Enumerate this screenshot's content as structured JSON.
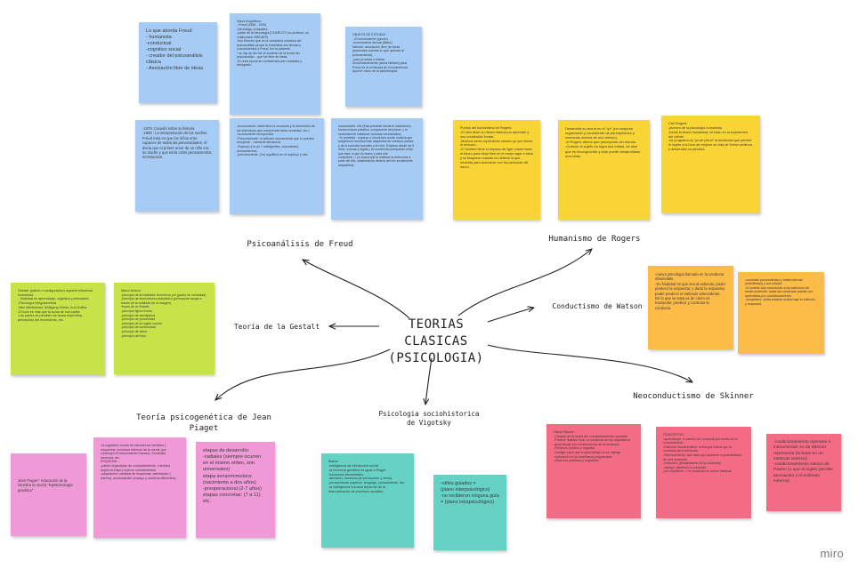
{
  "center_title": "TEORIAS CLASICAS\n(PSICOLOGIA)",
  "branches": {
    "freud": "Psicoanálisis de Freud",
    "rogers": "Humanismo de Rogers",
    "watson": "Conductismo de Watson",
    "skinner": "Neoconductismo de Skinner",
    "gestalt": "Teoría de la  Gestalt",
    "piaget": "Teoría psicogenética de Jean\nPiaget",
    "vigotsky": "Psicologia sociohistorica\nde Vigotsky"
  },
  "notes": {
    "freud_1": "Lo que aborda Freud:\n- humanista\n-conductual\n-cognitivo social\n- creador del psicoanálisis clásica\n- Asociación libre de ideas.",
    "freud_2": "Datos biográficos:\n- Freud (1856 - 1939)\n-Neurólogo, psiquiatra\n-padre de la neurología (CHARCOT) su profesor, su colaborador BREUER)\n-fino Director que es la verdadera creadora del psicoanálisis ya que le enseñaba sus teorías y conocimientos a Freud, fue la paciente.\n* su hijo se dio fue el sustento de la teoría del psicoanálisis - que fue libre de ideas.\n-En esta época se consideraba pan socialista y retrógrado.",
    "freud_3": "OBJETO DE ESTUDIO:\n- El inconsciente (Ignoto)\n-Inconsciente sexual (libido)\nMétodo: asociación libre de ideas (pacientes cuentan lo que quieran al psicoanalista).\n-para pruebas o hablar.\nInvoluntariamente (actos fallidos) para Freud es la evidencia de inconsciencia.\nAporte: Inicio de la psicoterapia",
    "freud_4": "-1879: Cuando sobre la histeria\n-1900 : La interpretación de los sueños.\n  Freud mira en que los niños eran capaces de todas las perversidades, él decía que el primer amor de un niño era su madre y que tenía celos pensamientos incestuosos.",
    "freud_5": "-Inconsciente: determina la conducta y la dimensión de los individuos que comprende ideas sociedad, etc.)\n-Inconsciente incorporado\n-Preconsciente: lo adentro inconsciente que lo pueden recuperar - memoria almacena\n-Superyó y lo yo + inteligentes, conscientes, pensamientos.\n-preconsciente: (Yo) equilibrio en el superyó y ello.",
    "freud_6": "Inconsciente- ello (Esta presente desde el nacimiento) fuerza motora primitiva, componente del placer, y la necesidad de satisfacer nuestras necesidades)\n-Yo (realidad - superyó o conciencia moral: materia que adquirimos nuestros más adquiridos de nuestros padres y de la sociedad actuales y en mal. Empieza desde los 5 años, normas y reglas y la conciencia (compuesto entre que está: lo que es bueno y está mal.\nconsciente -> yo busca que la realidad se determine a partir del ello, satisfaciendo deseos del ello socialmente aceptables).",
    "rogers_1": "Puntos del humanismo de Rogers:\n-El niño tiene un deseo natural por aprender y una creatividad innata.\n-Muchos seres reprimimos nuestro yo por miedo al rechazo.\n-El hombre tiene el impulso de ligar cosas hacia el futuro para estar bien en el mejor lugar e ideal y se bloquean cuando no obtiene lo que necesita para acercarse con las personas del futuro.",
    "rogers_2": "Desarrolla su teoría en el \"yo\" (un conjunto organizado y consistente de percepciones y creencias acerca de uno mismo).\n-el Rogers afirma que percepción del mundo.\n-Cuando el sujeto no logra sus metas, se dice que es incongruente y esto puede desarrollarse una crisis.",
    "rogers_3": "Carl Rogers:\n-pionero de la psicología humanista\n-fundó la teoría humanista, se basó en la experiencia del cliente\n-su programa es \"yo de pleno\" la tendencia que percibe el sujeto a la hora de mejorar su vida de forma continua y desarrollar su plenitud.",
    "watson_1": "-nueva psicología llamada en la conducta observable.\n-Su finalidad es que sea al estimulo, poder predecir la respuesta; y dada la respuesta poder predecir el estimulo antecedente. De lo que se trata es de cómo es manipular, predecir y controlar la conducta.",
    "watson_2": "-conducta: pensamientos y habla internas (manifiestas) y sus reflejos.\n-el hombre solo reaccionan a los estímulos del medio ambiente, todas las conductas pueden ser aprendidas por condicionamiento.\n-competidor: cierta relación actitud bajo el estímulo y respuesta.",
    "gestalt_1": "Gestalt: (patrón o configuración) requiere influencia humanista\n- Totalidad en aprendizaje, cognitivo y perceptivo\n-Psicología integracionista\n-Max Wertheimer, Wolfgang Köhler, Kurt Koffka.\n-El todo es más que la suma de sus partes\n-Las partes se perciben de forma específica, percepción del movimiento, etc.",
    "gestalt_2": "Marco teórico:\n-principio de la totalidad: fenómeno y/o (grado de velocidad)\n-principio de isomorfismo psicofísico (percepción surge a través de la totalidad de la imagen)\n*leyes de la Gestalt:\n-principio figura-fondo\n-principio de semejanza\n-principio de proximidad\n-principio de la región común\n-principio de continuidad\n-principio de cierre\n-principio del foco.",
    "piaget_1": "Jean Piaget * educación de la Ginebra su teoría \"Epistemología genética\"",
    "piaget_2": "-la cognición consta de estructuras mentales ( esquemas: procesos internos de la mente que construye el conocimiento humano, Sociedad, memoria, etc.\nESQUEMA:\n-patrón organizado de comportamiento. Cambios según la edad y nuevos conocimientos.\n-adaptación: cambios de esquemas, asimilación ( interno), acomodación (ensayo y cambios diferentes).",
    "piaget_3": "etapas de desarrollo:\n-radiales (siempre ocurren en el mismo orden, son universales)\netapa sensoriomotora: (nacimiento a dos años)\n-preoperacional (2-7 años) etapas concretas: (7 a 11) etc.",
    "vigotsky_1": "Bases:\n-inteligencia de interacción social\n-la herencia genética es igual a Piaget\n-funciones elementales:\n-atención, memoria (la percepción y otros).\n-pensamiento superior: lenguaje, pensamiento, etc.\n-la inteligencia humana depende de la internalización de procesos sociales.",
    "vigotsky_2": "-niños guiados =\n(plano interpsicológico)\n-no recibieron ninguna guía\n= (plano intrapsicológico)",
    "skinner_1": "Datos Skinner:\n-Creador de la teoría del condicionamiento operante\n-Publica: Walden Dos; La conducta de los organismos\n-aprendizaje por consecuencia de la conducta.\n-Refuerzo positivo y negativo\n-Castigo: para que el aprendizaje no se extinga\n-Aplicación en la enseñanza programada\n-refuerzos positivos y negativos.",
    "skinner_2": "CONCEPTOS:\n-aprendizaje: el cambio de conducta por medio de la consecuencia.\n-Estímulo discriminativo: señal que indica que la conducta será reforzada.\n-Reforzamiento: que hace que aumente la probabilidad de una conducta.\n-Extinción: (desaparición de la conducta)\n-castigo: disminuir la conducta\n-por repetición -> la conducta se vuelve habitual.",
    "skinner_3": "-condicionamiento operante o instrumental: es de Skinner representa (la base en un estímulo externo)\n-condicionamiento clásico de Pávlov (o que el sujeto percibe asociación y el estímulo externo)"
  },
  "logo": "miro"
}
